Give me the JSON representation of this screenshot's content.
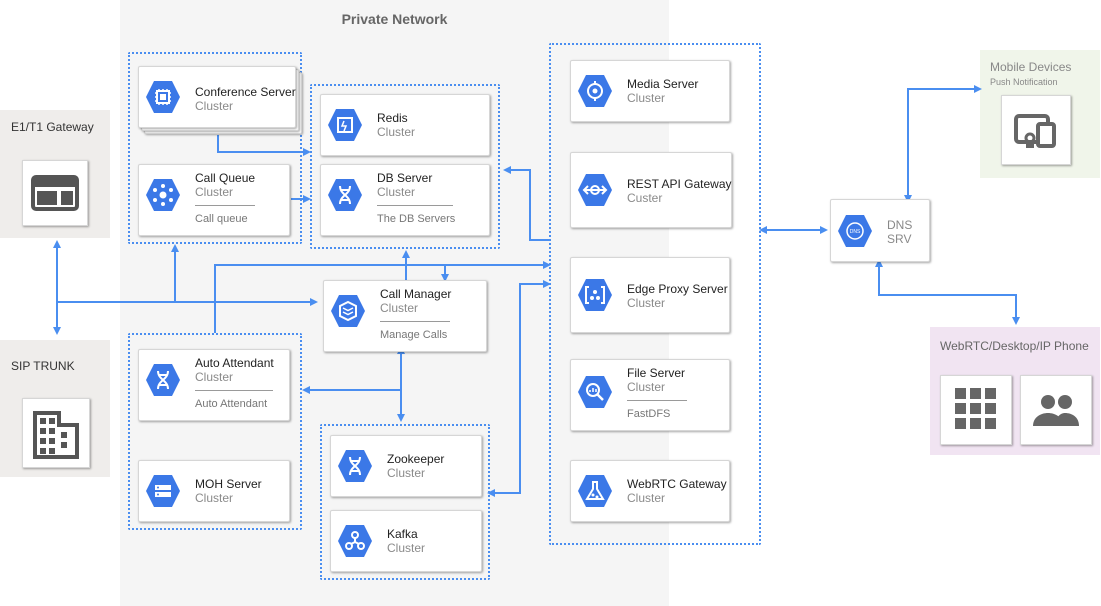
{
  "private_network": {
    "title": "Private Network"
  },
  "e1_gateway": {
    "title": "E1/T1 Gateway"
  },
  "sip_trunk": {
    "title": "SIP TRUNK"
  },
  "mobile": {
    "title": "Mobile Devices",
    "subtitle": "Push Notification"
  },
  "webrtc_clients": {
    "title": "WebRTC/Desktop/IP Phone"
  },
  "dns": {
    "title": "DNS",
    "subtitle": "SRV",
    "icon_text": "DNS"
  },
  "cards": {
    "conference": {
      "title": "Conference Server",
      "subtitle": "Cluster"
    },
    "call_queue": {
      "title": "Call Queue",
      "subtitle": "Cluster",
      "note": "Call queue"
    },
    "redis": {
      "title": "Redis",
      "subtitle": "Cluster"
    },
    "db_server": {
      "title": "DB Server",
      "subtitle": "Cluster",
      "note": "The DB Servers"
    },
    "call_manager": {
      "title": "Call Manager",
      "subtitle": "Cluster",
      "note": "Manage Calls"
    },
    "auto_attendant": {
      "title": "Auto Attendant",
      "subtitle": "Cluster",
      "note": "Auto Attendant"
    },
    "moh": {
      "title": "MOH Server",
      "subtitle": "Cluster"
    },
    "zookeeper": {
      "title": "Zookeeper",
      "subtitle": "Cluster"
    },
    "kafka": {
      "title": "Kafka",
      "subtitle": "Cluster"
    },
    "media": {
      "title": "Media Server",
      "subtitle": "Cluster"
    },
    "rest_api": {
      "title": "REST API Gateway",
      "subtitle": "Custer"
    },
    "edge_proxy": {
      "title": "Edge Proxy Server",
      "subtitle": "Cluster"
    },
    "file_server": {
      "title": "File Server",
      "subtitle": "Cluster",
      "note": "FastDFS"
    },
    "webrtc_gateway": {
      "title": "WebRTC Gateway",
      "subtitle": "Cluster"
    }
  },
  "colors": {
    "accent": "#4a8ef0",
    "hex_blue": "#3b78e7",
    "private_zone": "#f5f5f5",
    "external_zone": "#efedeb",
    "mobile_zone": "#f0f5ea",
    "webrtc_zone": "#f1e4f2"
  },
  "icons": {
    "conference": "chip-icon",
    "call_queue": "hub-icon",
    "redis": "memory-icon",
    "db_server": "dna-icon",
    "call_manager": "layers-icon",
    "auto_attendant": "dna-icon",
    "moh": "storage-icon",
    "zookeeper": "dna-icon",
    "kafka": "kafka-icon",
    "media": "target-icon",
    "rest_api": "api-icon",
    "edge_proxy": "proxy-icon",
    "file_server": "search-icon",
    "webrtc_gateway": "flask-icon",
    "dns": "dns-icon",
    "e1_gateway": "window-icon",
    "sip_trunk": "building-icon",
    "mobile": "devices-icon",
    "desktop": "grid-icon",
    "people": "people-icon"
  }
}
